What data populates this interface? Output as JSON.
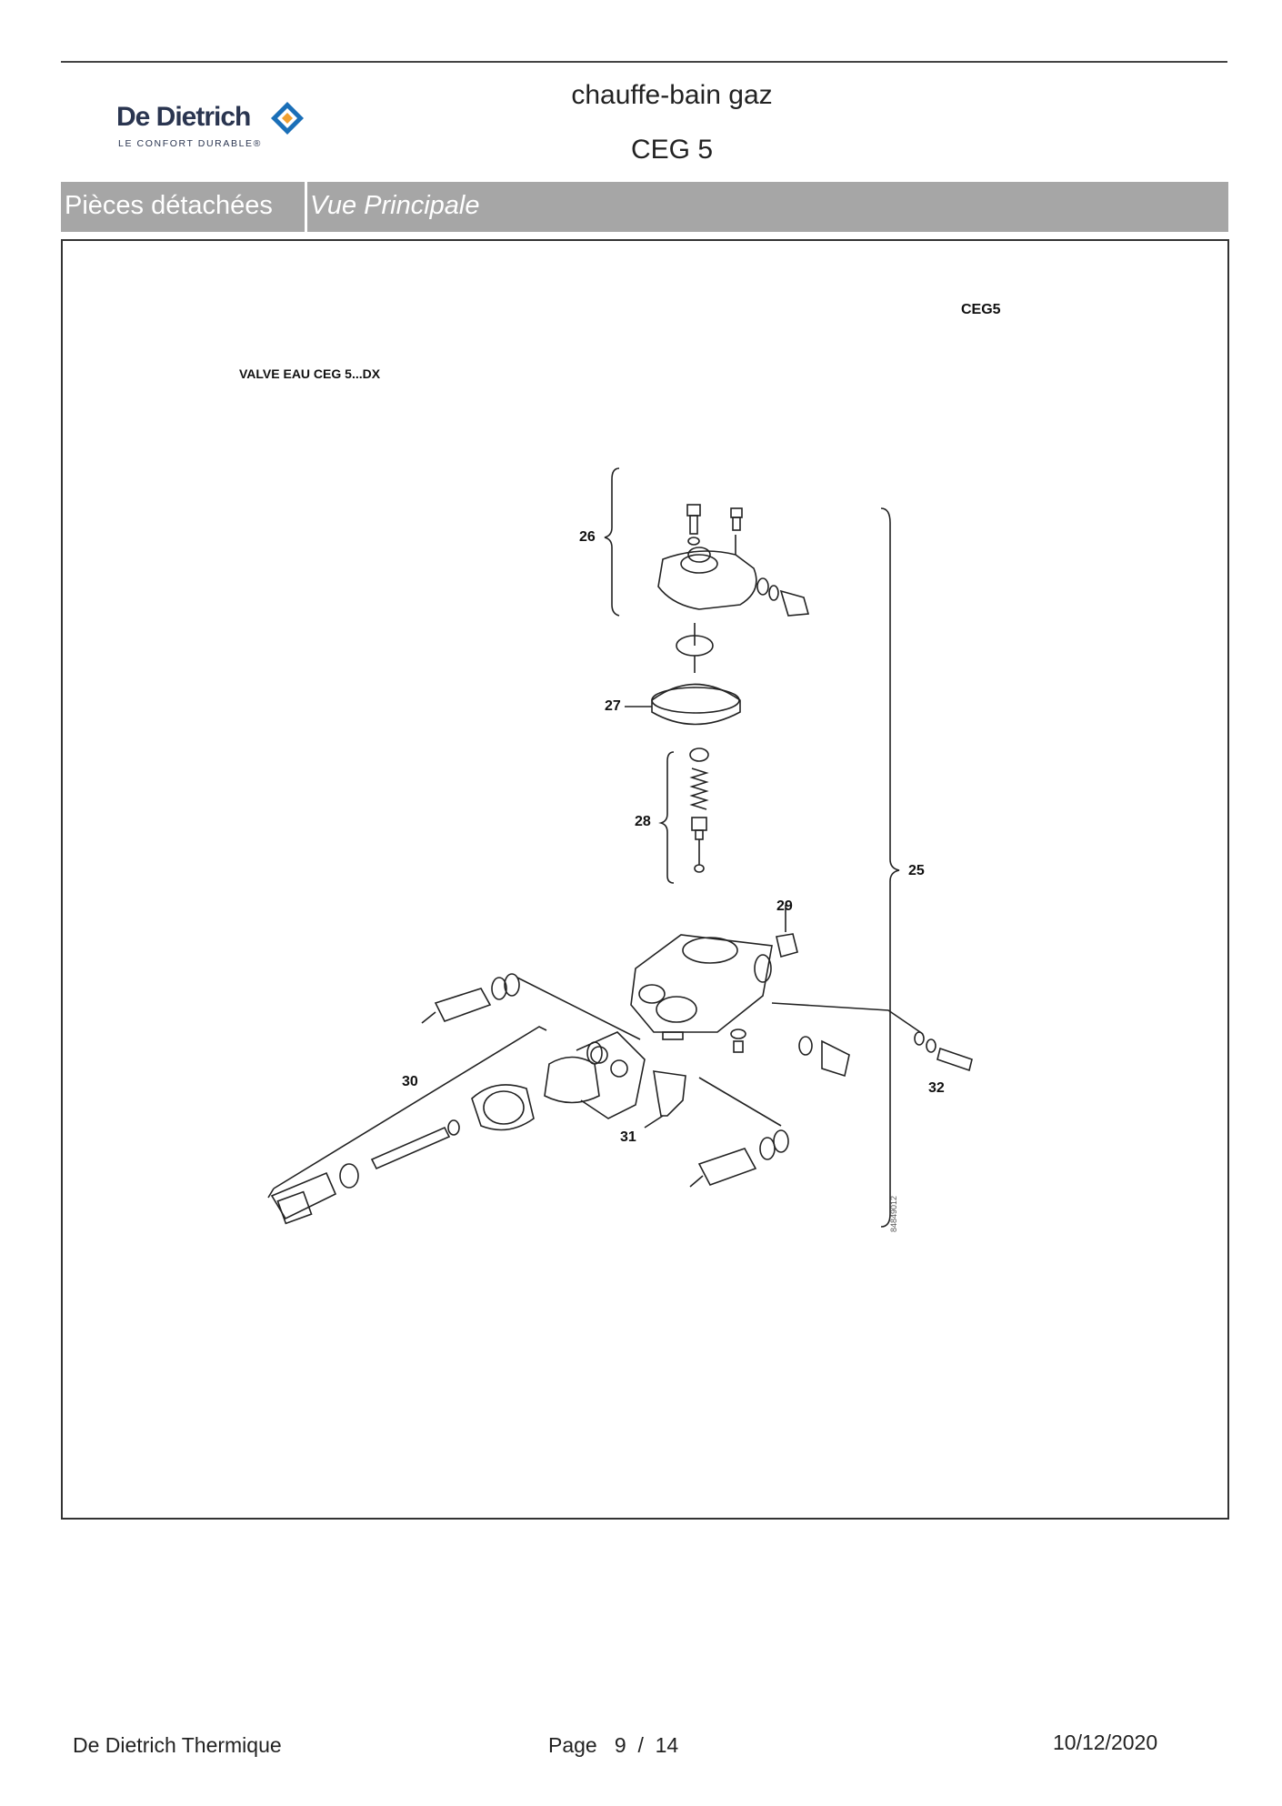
{
  "brand": {
    "name": "De Dietrich",
    "tagline": "LE CONFORT DURABLE®",
    "colors": {
      "navy": "#2a3550",
      "orange": "#f0a030",
      "blue": "#1a6fb8"
    }
  },
  "header": {
    "title": "chauffe-bain gaz",
    "model": "CEG 5"
  },
  "section_bar": {
    "label": "Pièces détachées",
    "view": "Vue Principale",
    "bg_color": "#a6a6a6"
  },
  "diagram": {
    "model_tag": "CEG5",
    "title": "VALVE EAU CEG 5...DX",
    "ref_code": "84849012",
    "callouts": [
      "25",
      "26",
      "27",
      "28",
      "29",
      "30",
      "31",
      "32"
    ]
  },
  "footer": {
    "company": "De Dietrich Thermique",
    "page_label": "Page",
    "page_current": "9",
    "page_separator": "/",
    "page_total": "14",
    "date": "10/12/2020"
  }
}
